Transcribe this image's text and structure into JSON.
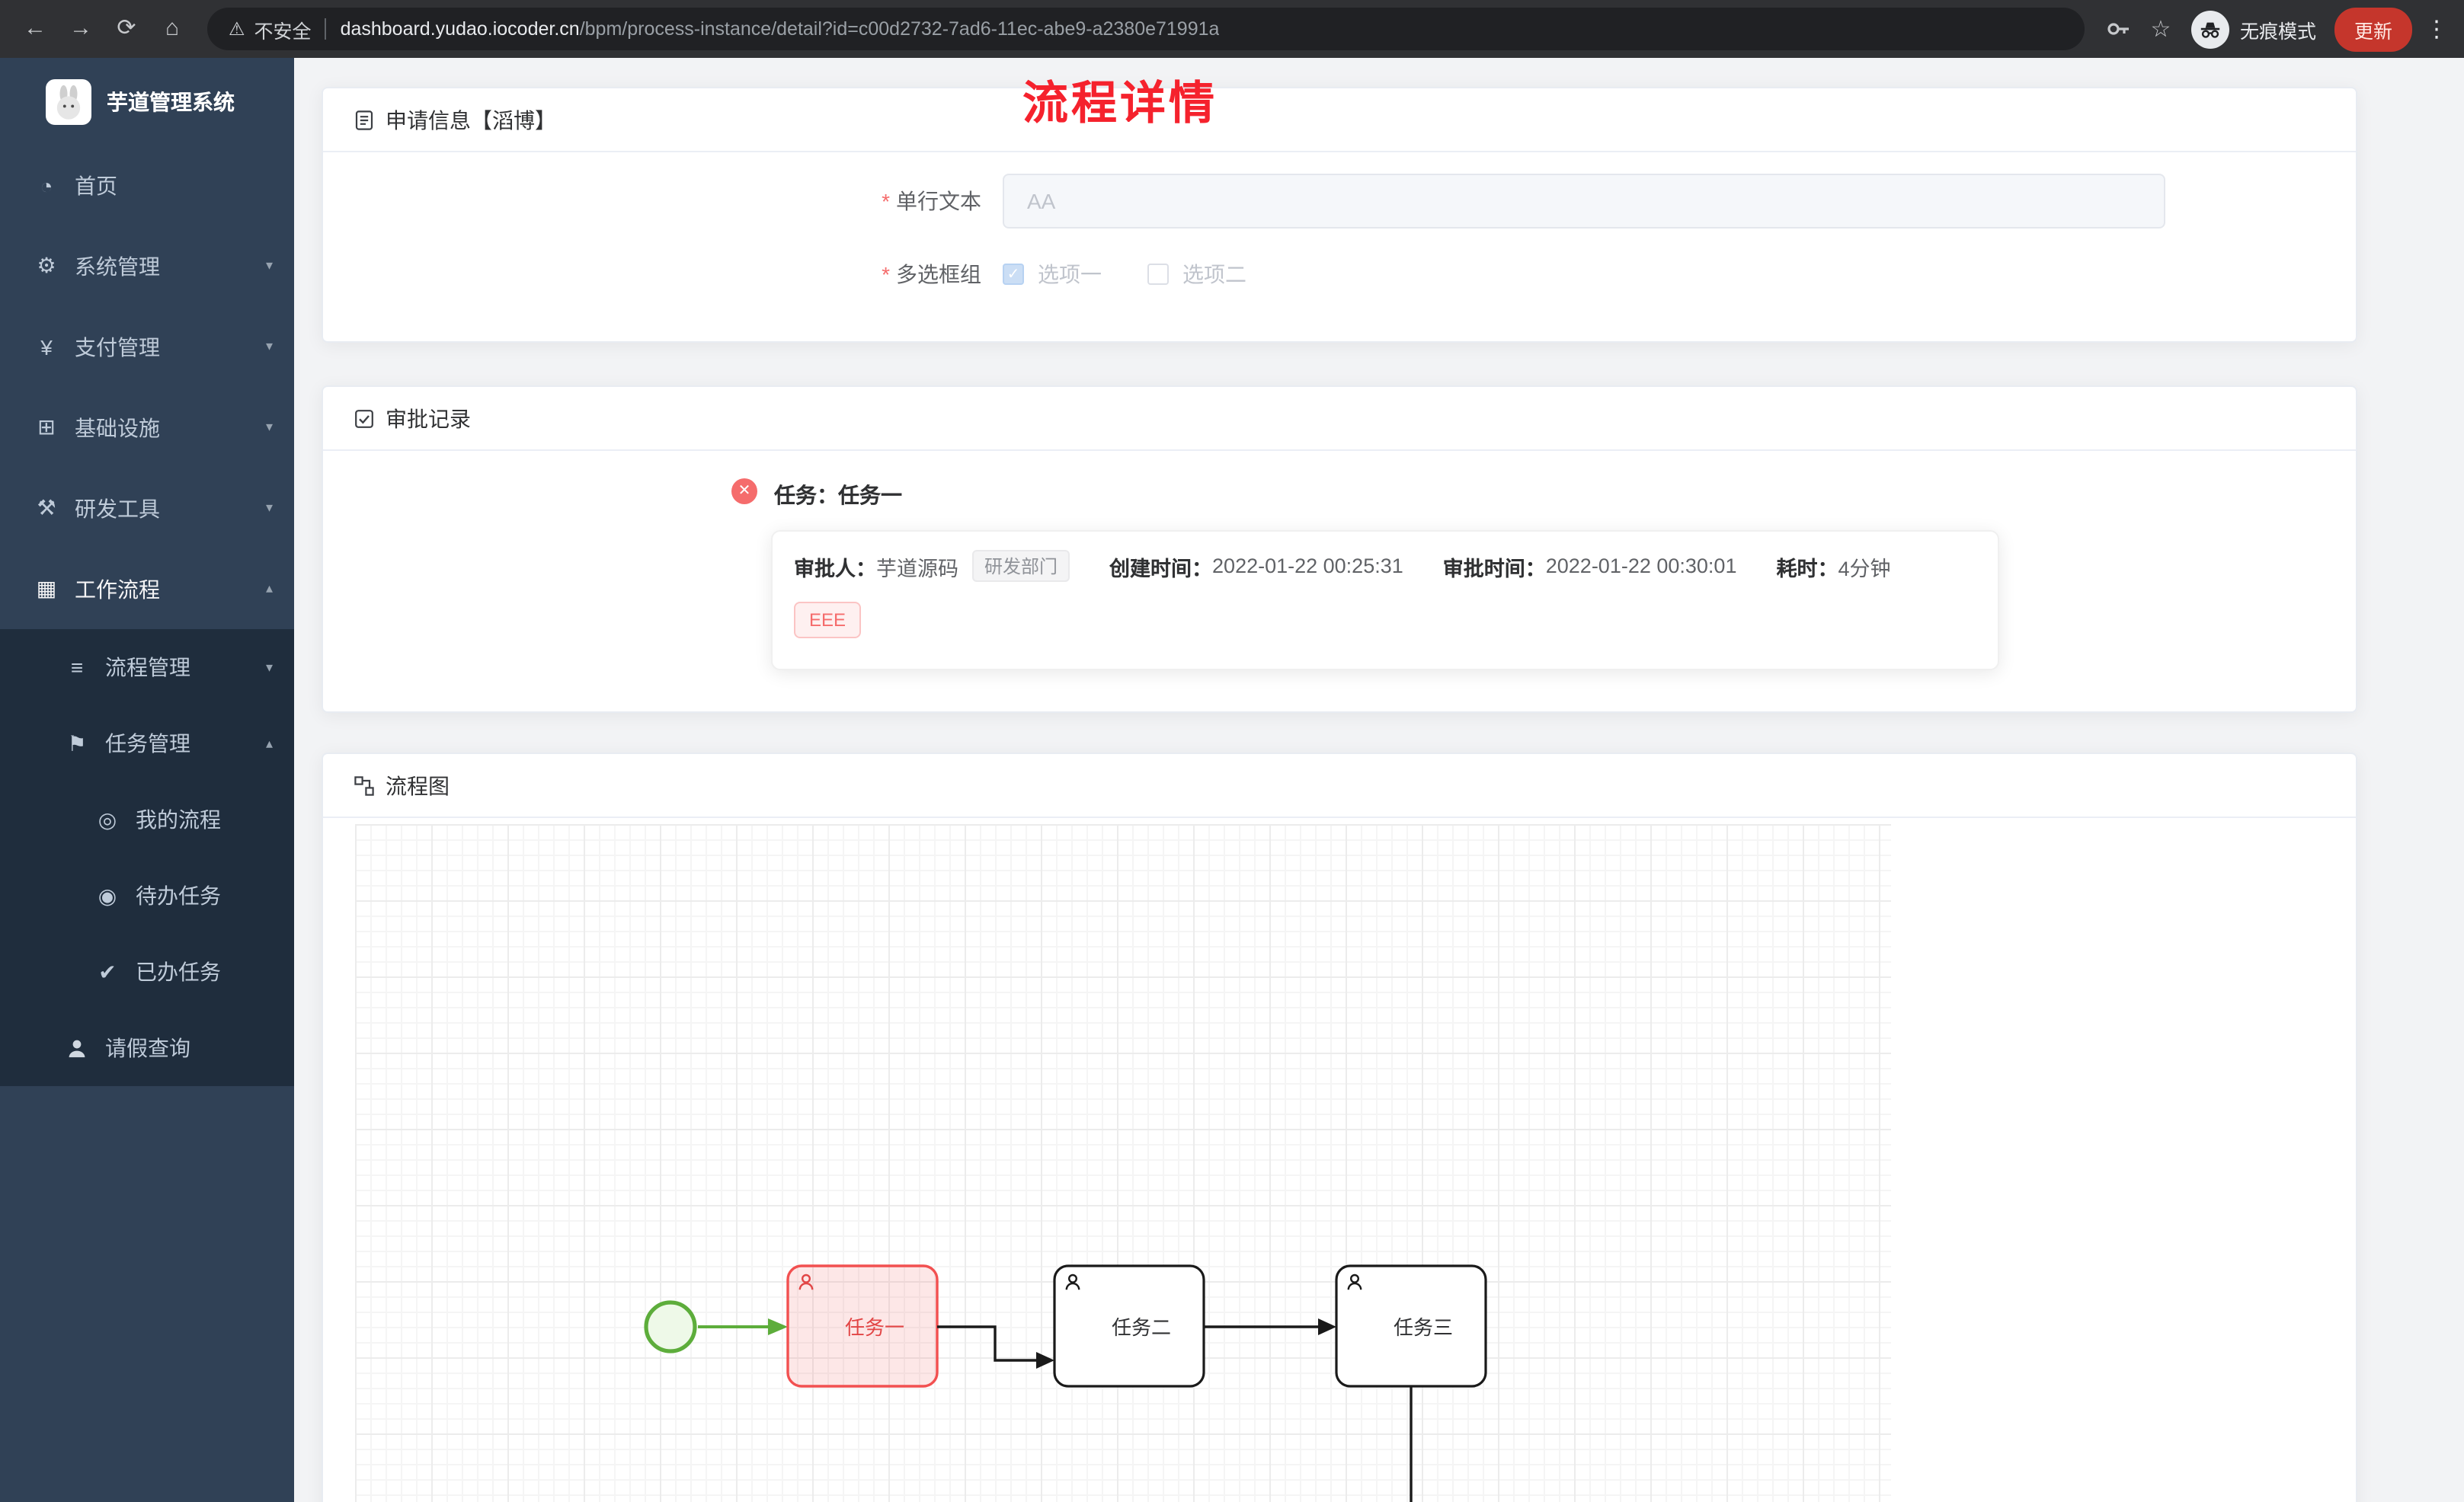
{
  "browser": {
    "security_label": "不安全",
    "url_host": "dashboard.yudao.iocoder.cn",
    "url_path": "/bpm/process-instance/detail?id=c00d2732-7ad6-11ec-abe9-a2380e71991a",
    "incognito_label": "无痕模式",
    "update_label": "更新"
  },
  "sidebar": {
    "app_title": "芋道管理系统",
    "menu": [
      {
        "label": "首页",
        "icon": "dashboard-icon",
        "expandable": false
      },
      {
        "label": "系统管理",
        "icon": "gear-icon",
        "expandable": true,
        "expanded": false
      },
      {
        "label": "支付管理",
        "icon": "payment-icon",
        "expandable": true,
        "expanded": false
      },
      {
        "label": "基础设施",
        "icon": "infrastructure-icon",
        "expandable": true,
        "expanded": false
      },
      {
        "label": "研发工具",
        "icon": "devtools-icon",
        "expandable": true,
        "expanded": false
      },
      {
        "label": "工作流程",
        "icon": "workflow-icon",
        "expandable": true,
        "expanded": true
      }
    ],
    "submenu": {
      "process_mgmt": "流程管理",
      "task_mgmt": "任务管理",
      "my_process": "我的流程",
      "todo_task": "待办任务",
      "done_task": "已办任务",
      "leave_query": "请假查询"
    }
  },
  "page": {
    "title": "流程详情",
    "required_mark": "*"
  },
  "apply": {
    "header": "申请信息【滔博】",
    "text_field_label": "单行文本",
    "text_field_placeholder": "AA",
    "checkbox_group_label": "多选框组",
    "option1": "选项一",
    "option1_checked": true,
    "option2": "选项二",
    "option2_checked": false,
    "check_glyph": "✓"
  },
  "approval": {
    "header": "审批记录",
    "task_title": "任务：任务一",
    "approver_label": "审批人：",
    "approver_name": "芋道源码",
    "dept_tag": "研发部门",
    "create_label": "创建时间：",
    "create_value": "2022-01-22 00:25:31",
    "approve_label": "审批时间：",
    "approve_value": "2022-01-22 00:30:01",
    "duration_label": "耗时：",
    "duration_value": "4分钟",
    "comment_tag": "EEE"
  },
  "diagram": {
    "header": "流程图",
    "nodes": [
      {
        "label": "任务一",
        "state": "current"
      },
      {
        "label": "任务二",
        "state": "pending"
      },
      {
        "label": "任务三",
        "state": "pending"
      }
    ]
  },
  "colors": {
    "title_red": "#f5222d",
    "task_current_border": "#f25050",
    "task_current_fill": "#fde3e3",
    "start_event_green": "#5dad3b",
    "sidebar_bg": "#304156",
    "submenu_bg": "#1f2d3d",
    "comment_tag_red": "#f56c6c"
  }
}
